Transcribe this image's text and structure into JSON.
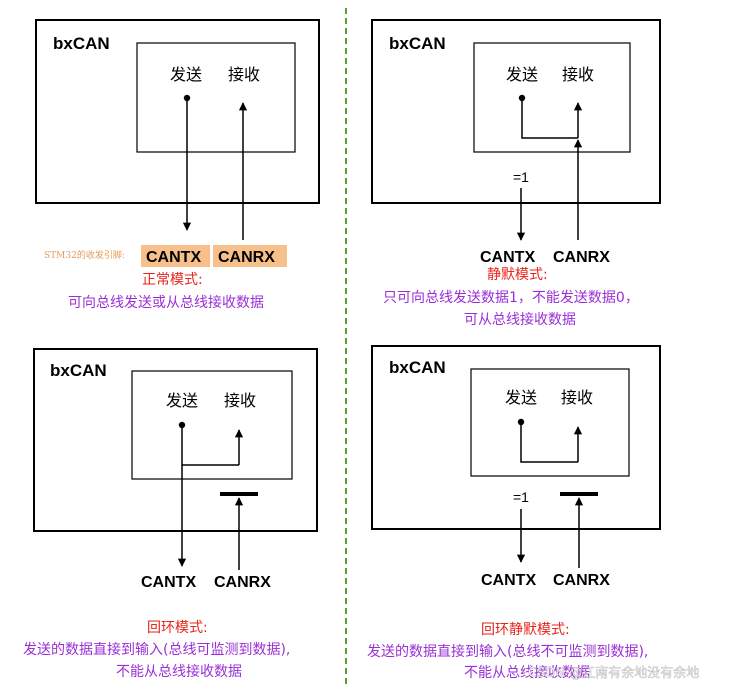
{
  "colors": {
    "divider": "#5aa02c",
    "mode_title": "#e8231b",
    "mode_desc": "#9b2fd6",
    "pin_highlight": "#f7c08a",
    "pin_note": "#e59a58"
  },
  "pin_note": "STM32的收发引脚:",
  "watermark": "CSDN @江南有余地没有余地",
  "panels": [
    {
      "controller": "bxCAN",
      "tx_label": "发送",
      "rx_label": "接收",
      "canrx": "CANRX",
      "cantx": "CANTX",
      "mode_title": "正常模式:",
      "mode_desc": [
        "可向总线发送或从总线接收数据"
      ]
    },
    {
      "controller": "bxCAN",
      "tx_label": "发送",
      "rx_label": "接收",
      "canrx": "CANRX",
      "cantx": "CANTX",
      "eq": "=1",
      "mode_title": "静默模式:",
      "mode_desc": [
        "只可向总线发送数据1，不能发送数据0，",
        "可从总线接收数据"
      ]
    },
    {
      "controller": "bxCAN",
      "tx_label": "发送",
      "rx_label": "接收",
      "canrx": "CANRX",
      "cantx": "CANTX",
      "mode_title": "回环模式:",
      "mode_desc": [
        "发送的数据直接到输入(总线可监测到数据),",
        "不能从总线接收数据"
      ]
    },
    {
      "controller": "bxCAN",
      "tx_label": "发送",
      "rx_label": "接收",
      "canrx": "CANRX",
      "cantx": "CANTX",
      "eq": "=1",
      "mode_title": "回环静默模式:",
      "mode_desc": [
        "发送的数据直接到输入(总线不可监测到数据),",
        "不能从总线接收数据"
      ]
    }
  ]
}
